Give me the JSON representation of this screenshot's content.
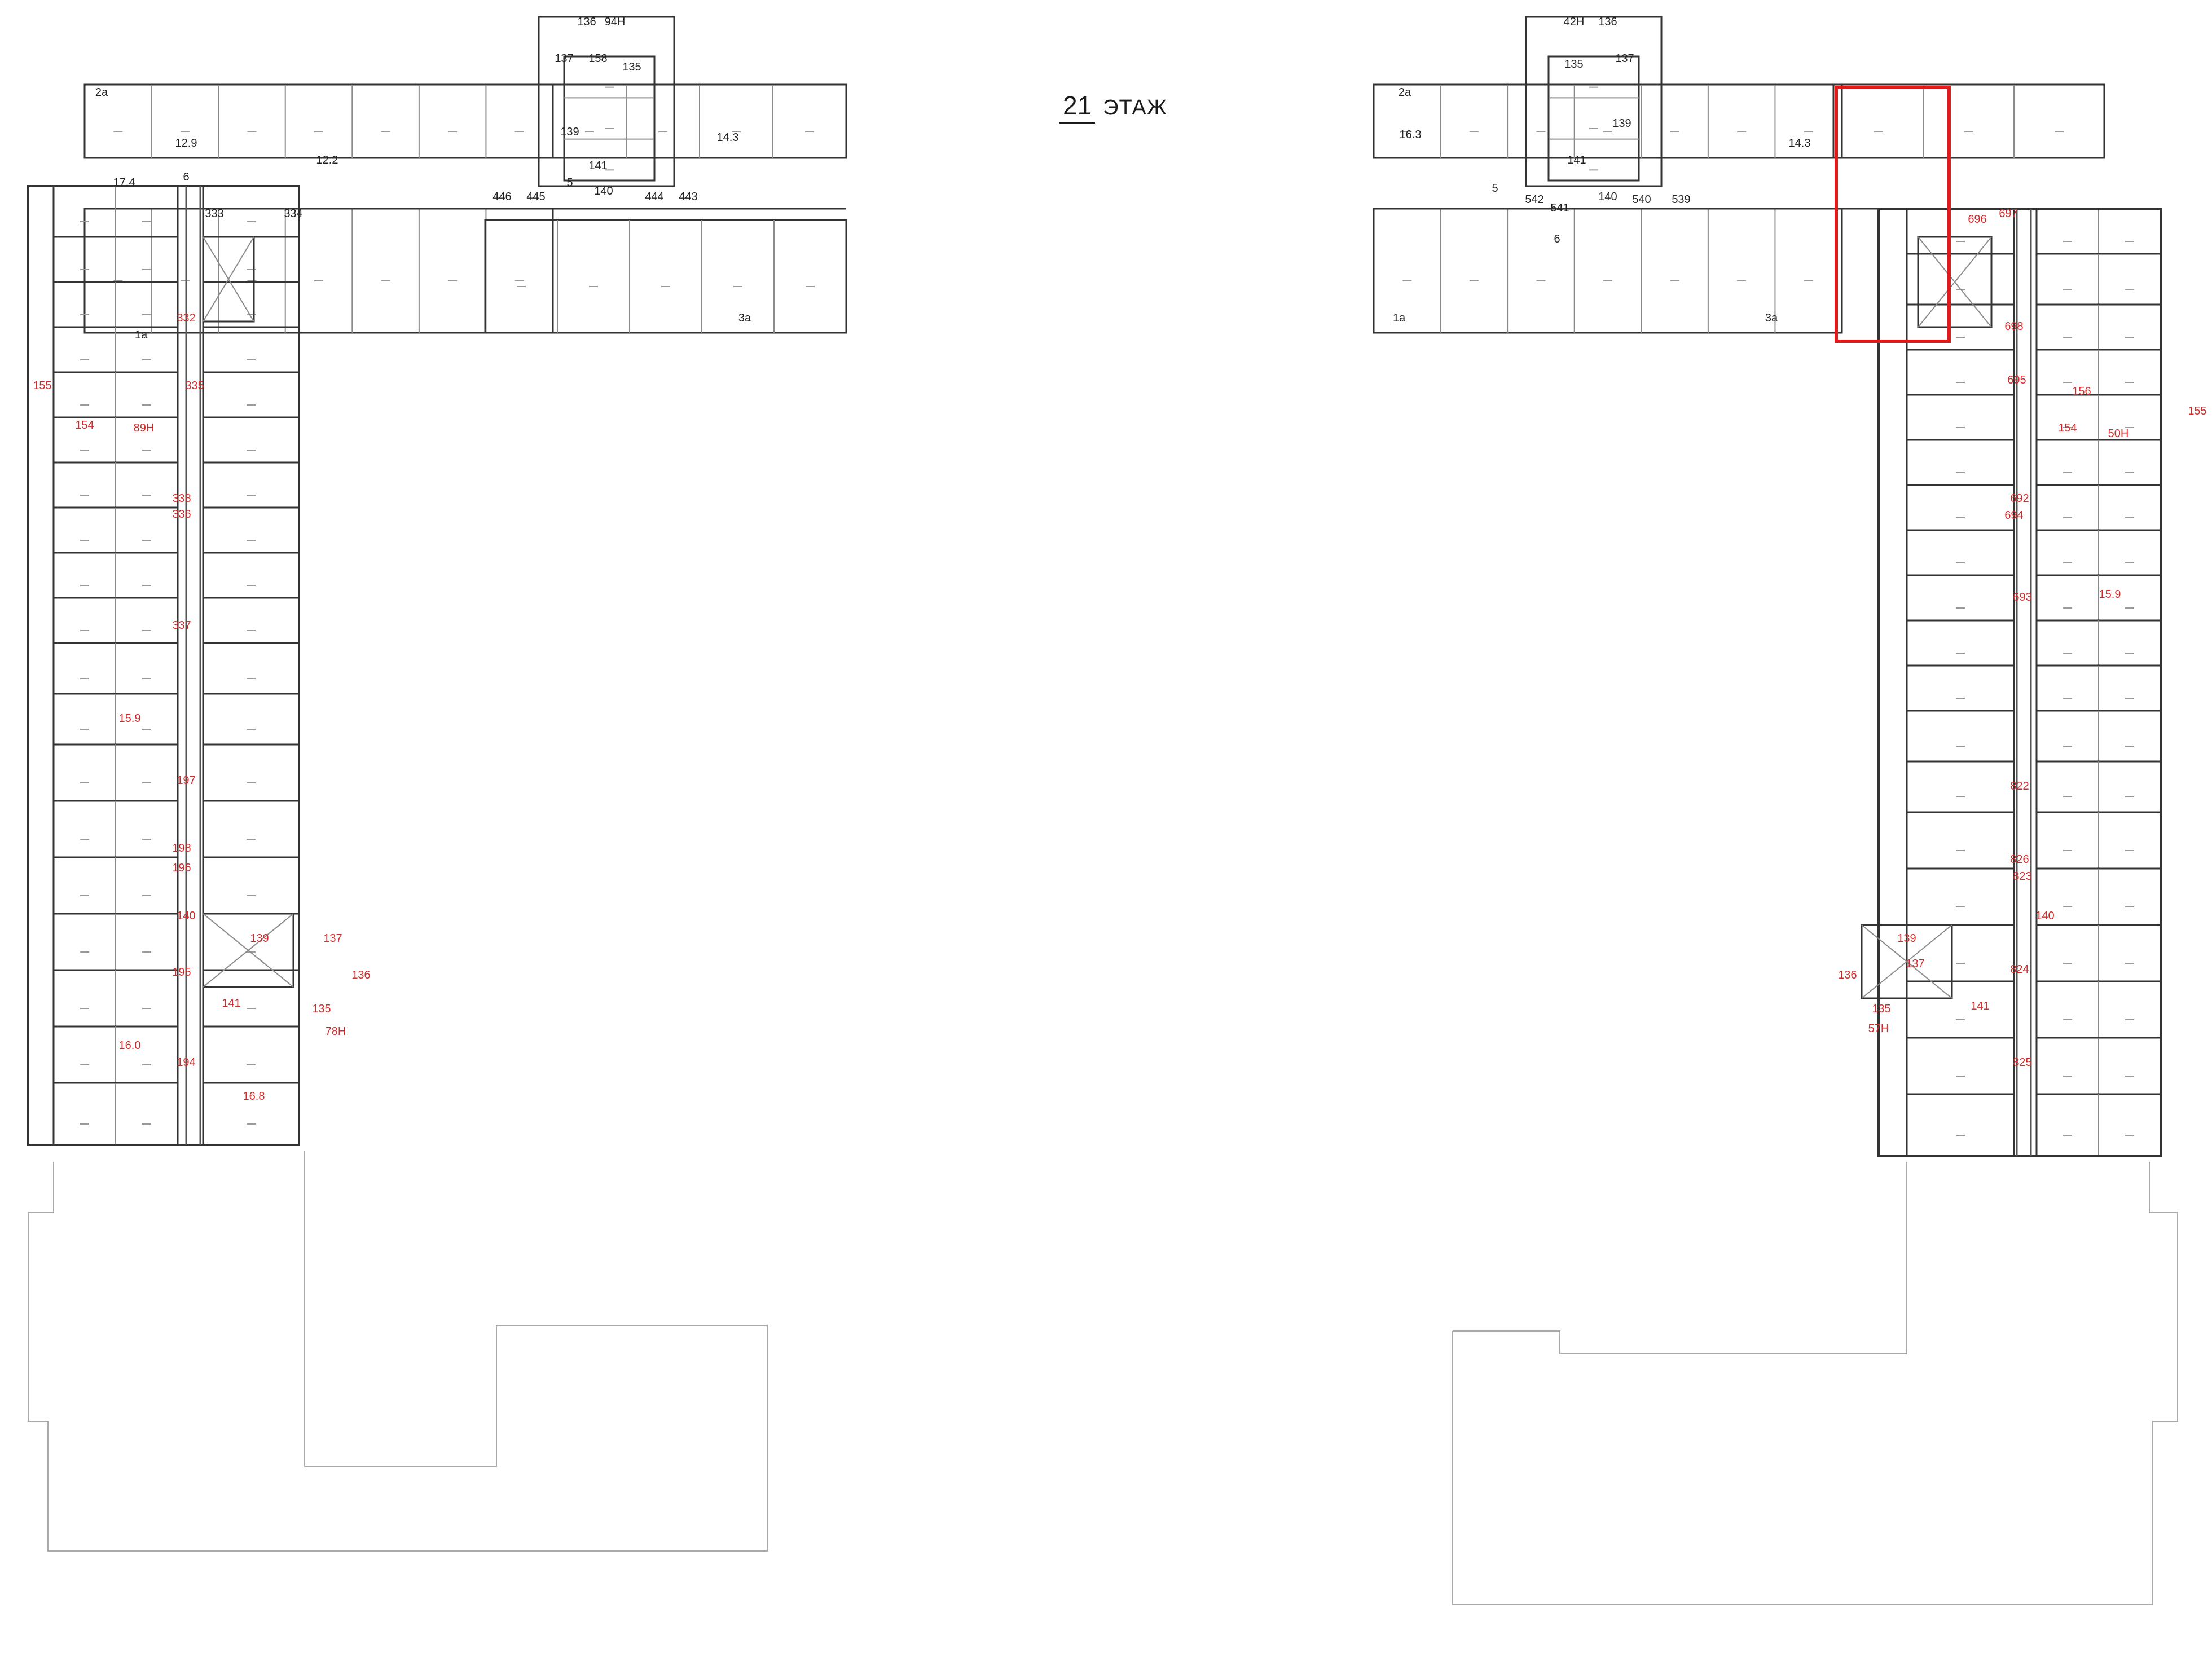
{
  "floor": {
    "number": "21",
    "word": "ЭТАЖ"
  },
  "colors": {
    "wall": "#333333",
    "thin": "#8a8a8a",
    "red": "#d22b2b",
    "highlight": "#e01b1b",
    "bg": "#ffffff"
  },
  "left_labels": {
    "top_numbers": [
      {
        "text": "136"
      },
      {
        "text": "94H"
      },
      {
        "text": "137"
      },
      {
        "text": "158"
      },
      {
        "text": "135"
      },
      {
        "text": "139"
      },
      {
        "text": "141"
      },
      {
        "text": "140"
      },
      {
        "text": "446"
      },
      {
        "text": "445"
      },
      {
        "text": "444"
      },
      {
        "text": "443"
      },
      {
        "text": "333"
      },
      {
        "text": "334"
      },
      {
        "text": "17.4"
      },
      {
        "text": "12.9"
      },
      {
        "text": "12.2"
      },
      {
        "text": "14.3"
      },
      {
        "text": "1a"
      },
      {
        "text": "2a"
      },
      {
        "text": "3a"
      },
      {
        "text": "6"
      },
      {
        "text": "5"
      }
    ],
    "column_numbers": [
      {
        "text": "332"
      },
      {
        "text": "335"
      },
      {
        "text": "338"
      },
      {
        "text": "336"
      },
      {
        "text": "337"
      },
      {
        "text": "197"
      },
      {
        "text": "198"
      },
      {
        "text": "196"
      },
      {
        "text": "195"
      },
      {
        "text": "194"
      },
      {
        "text": "155"
      },
      {
        "text": "154"
      },
      {
        "text": "89H"
      },
      {
        "text": "78H"
      },
      {
        "text": "140"
      },
      {
        "text": "139"
      },
      {
        "text": "137"
      },
      {
        "text": "136"
      },
      {
        "text": "141"
      },
      {
        "text": "135"
      },
      {
        "text": "16.0"
      },
      {
        "text": "16.8"
      },
      {
        "text": "15.9"
      }
    ]
  },
  "right_labels": {
    "top_numbers": [
      {
        "text": "42H"
      },
      {
        "text": "136"
      },
      {
        "text": "135"
      },
      {
        "text": "137"
      },
      {
        "text": "139"
      },
      {
        "text": "141"
      },
      {
        "text": "140"
      },
      {
        "text": "542"
      },
      {
        "text": "541"
      },
      {
        "text": "540"
      },
      {
        "text": "539"
      },
      {
        "text": "16.3"
      },
      {
        "text": "14.3"
      },
      {
        "text": "1a"
      },
      {
        "text": "2a"
      },
      {
        "text": "3a"
      },
      {
        "text": "5"
      },
      {
        "text": "6"
      }
    ],
    "column_numbers": [
      {
        "text": "696"
      },
      {
        "text": "697"
      },
      {
        "text": "698"
      },
      {
        "text": "695"
      },
      {
        "text": "692"
      },
      {
        "text": "694"
      },
      {
        "text": "693"
      },
      {
        "text": "822"
      },
      {
        "text": "826"
      },
      {
        "text": "823"
      },
      {
        "text": "824"
      },
      {
        "text": "825"
      },
      {
        "text": "156"
      },
      {
        "text": "155"
      },
      {
        "text": "154"
      },
      {
        "text": "50H"
      },
      {
        "text": "57H"
      },
      {
        "text": "140"
      },
      {
        "text": "139"
      },
      {
        "text": "137"
      },
      {
        "text": "136"
      },
      {
        "text": "141"
      },
      {
        "text": "135"
      },
      {
        "text": "15.9"
      }
    ]
  }
}
